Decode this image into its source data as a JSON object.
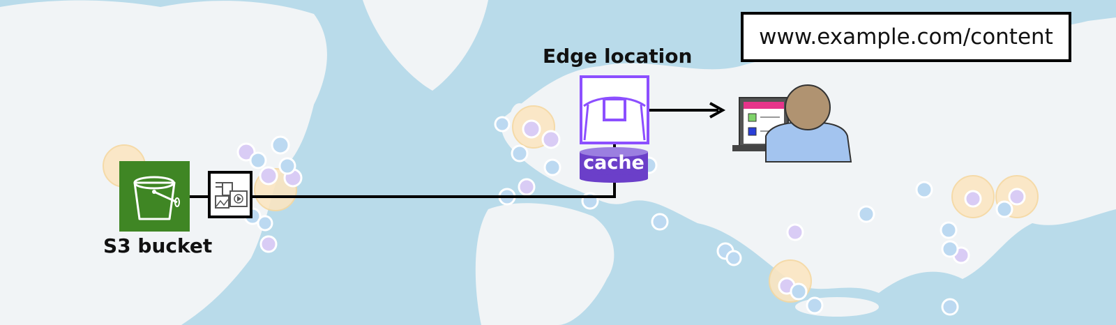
{
  "url": "www.example.com/content",
  "edge_location_label": "Edge location",
  "s3_bucket_label": "S3 bucket",
  "cache_label": "cache",
  "colors": {
    "ocean": "#b9dbea",
    "land": "#f1f4f6",
    "s3_green": "#3f8624",
    "edge_purple": "#8c4fff",
    "cache_purple": "#6b3fc9",
    "user_skin": "#b09371",
    "user_shirt": "#a3c4ef",
    "screen_magenta": "#e7348a"
  },
  "icons": [
    "bucket-icon",
    "file-media-icon",
    "edge-location-icon",
    "cache-database-icon",
    "user-icon",
    "laptop-icon"
  ]
}
